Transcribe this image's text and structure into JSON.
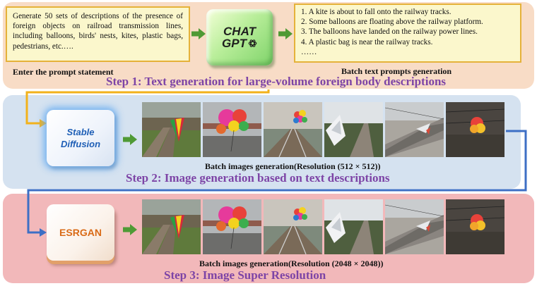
{
  "step1": {
    "prompt_text": "Generate 50 sets of descriptions of the presence of foreign objects on railroad transmission lines, including balloons, birds' nests, kites, plastic bags, pedestrians, etc.….",
    "prompt_caption": "Enter the prompt statement",
    "model_line1": "CHAT",
    "model_line2": "GPT",
    "results": [
      "1. A kite is about to fall onto the railway tracks.",
      "2. Some balloons are floating above the railway platform.",
      "3. The balloons have landed on the railway power lines.",
      "4. A plastic bag is near the railway tracks.",
      "……"
    ],
    "results_caption": "Batch text prompts generation",
    "title": "Step 1: Text generation for large-volume foreign body descriptions"
  },
  "step2": {
    "model_line1": "Stable",
    "model_line2": "Diffusion",
    "caption": "Batch images generation(Resolution (512 × 512))",
    "title": "Step 2: Image generation based on text descriptions"
  },
  "step3": {
    "model": "ESRGAN",
    "caption": "Batch images generation(Resolution (2048 × 2048))",
    "title": "Step 3: Image Super Resolution"
  },
  "colors": {
    "step_title": "#7d44a6",
    "arrow_green": "#4f9a35",
    "pipe_yellow": "#f2b21c",
    "pipe_blue": "#3d6fc5"
  },
  "icons": [
    "openai-logo-icon",
    "arrow-right-icon"
  ]
}
